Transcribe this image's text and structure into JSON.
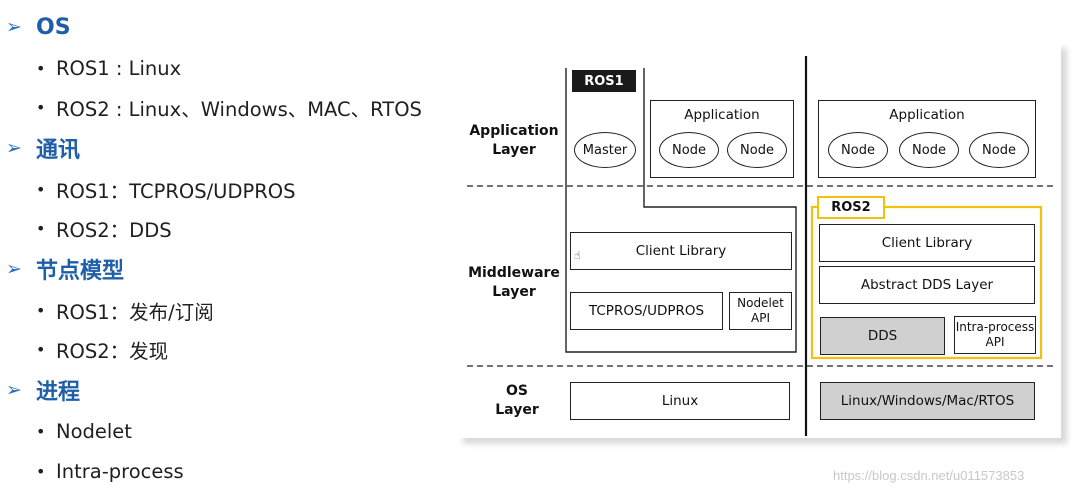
{
  "sections": [
    {
      "title": "OS",
      "items": [
        "ROS1 : Linux",
        "ROS2 : Linux、Windows、MAC、RTOS"
      ]
    },
    {
      "title": "通讯",
      "items": [
        "ROS1：TCPROS/UDPROS",
        "ROS2：DDS"
      ]
    },
    {
      "title": "节点模型",
      "items": [
        "ROS1：发布/订阅",
        "ROS2：发现"
      ]
    },
    {
      "title": "进程",
      "items": [
        "Nodelet",
        "Intra-process"
      ]
    }
  ],
  "bullet_glyph": "•",
  "arrow_glyph": "➢",
  "diagram": {
    "layers": {
      "application": "Application\nLayer",
      "middleware": "Middleware\nLayer",
      "os": "OS\nLayer"
    },
    "ros1": {
      "tag": "ROS1",
      "master": "Master",
      "application_title": "Application",
      "nodes": [
        "Node",
        "Node"
      ],
      "client_library": "Client Library",
      "transport": "TCPROS/UDPROS",
      "nodelet_api": "Nodelet\nAPI",
      "os": "Linux"
    },
    "ros2": {
      "tag": "ROS2",
      "application_title": "Application",
      "nodes": [
        "Node",
        "Node",
        "Node"
      ],
      "client_library": "Client Library",
      "abstract_dds": "Abstract DDS Layer",
      "dds": "DDS",
      "intra_process_api": "Intra-process\nAPI",
      "os": "Linux/Windows/Mac/RTOS"
    },
    "colors": {
      "ros2_highlight": "#f2c10f",
      "gray_box": "#d0d0d0",
      "heading_blue": "#1f5fa8"
    }
  },
  "watermark": "https://blog.csdn.net/u011573853"
}
